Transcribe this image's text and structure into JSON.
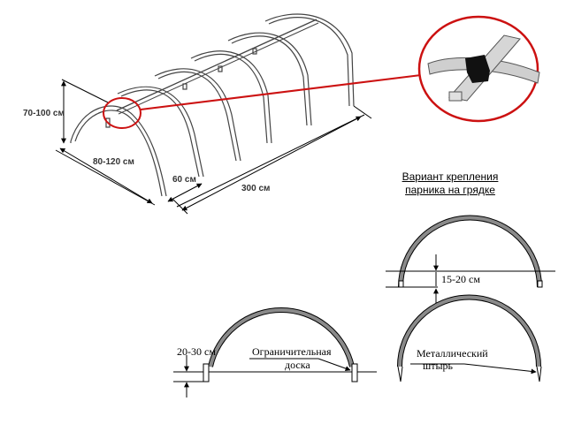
{
  "greenhouse_3d": {
    "height_label": "70-100 см",
    "width_label": "80-120 см",
    "spacing_label": "60 см",
    "length_label": "300 см",
    "arch_count": 6
  },
  "detail_callout": {
    "description": "Arch-to-ridge-beam clamp joint",
    "highlight_color": "#cc1111"
  },
  "variant_title": {
    "line1": "Вариант крепления",
    "line2": "парника на грядке"
  },
  "variant_board": {
    "depth_label": "20-30 см",
    "board_label_line1": "Ограничительная",
    "board_label_line2": "доска"
  },
  "variant_ground": {
    "depth_label": "15-20 см"
  },
  "variant_pin": {
    "pin_label_line1": "Металлический",
    "pin_label_line2": "штырь"
  },
  "colors": {
    "arch_fill": "#8a8a8a",
    "line": "#000000",
    "callout_red": "#cc1111"
  }
}
